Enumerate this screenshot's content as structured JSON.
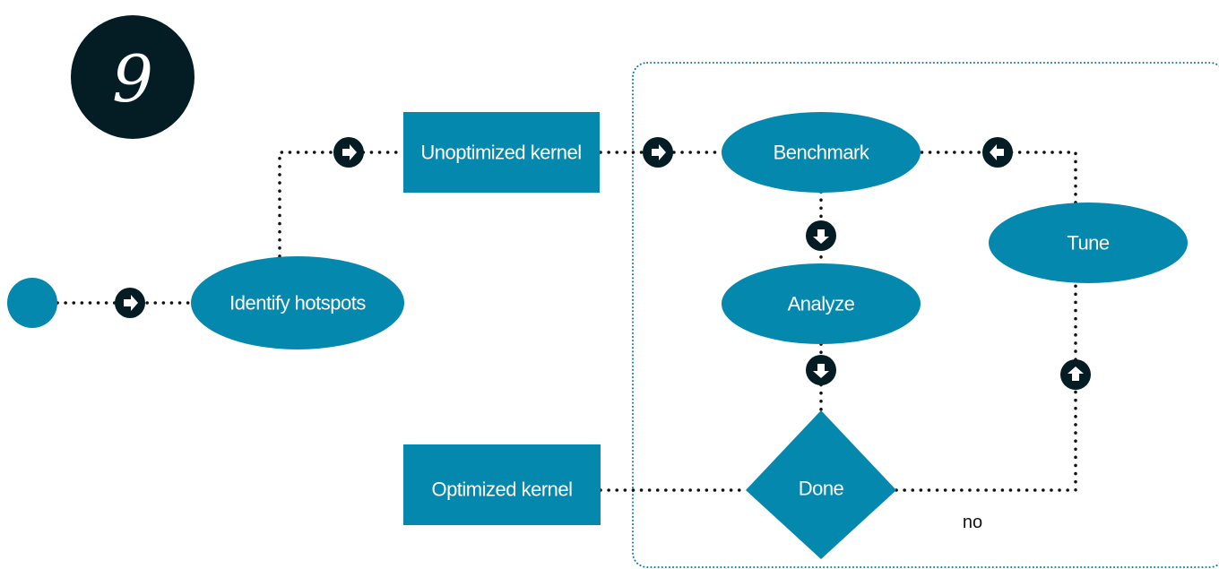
{
  "badge": {
    "number": "9"
  },
  "nodes": {
    "identify": "Identify hotspots",
    "unoptimized": "Unoptimized kernel",
    "benchmark": "Benchmark",
    "analyze": "Analyze",
    "tune": "Tune",
    "done": "Done",
    "optimized": "Optimized kernel"
  },
  "edge_labels": {
    "no": "no"
  },
  "colors": {
    "node_fill": "#0588ad",
    "badge_fill": "#041c24",
    "arrow_fill": "#041c24",
    "loop_border": "#0d7c98"
  },
  "icons": {
    "arrow": "circle-arrow-icon"
  }
}
